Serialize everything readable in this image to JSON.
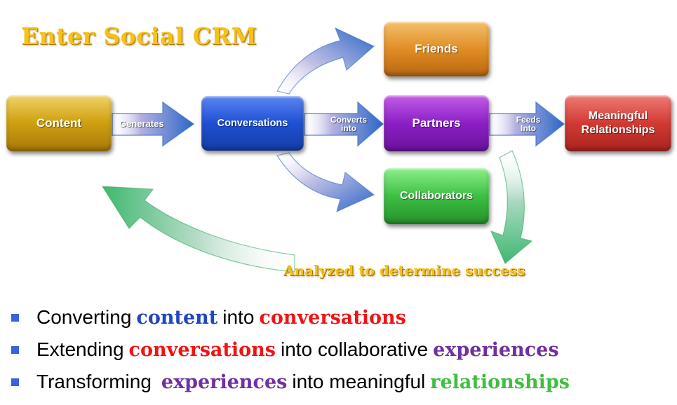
{
  "title": "Enter Social  CRM",
  "boxes": {
    "content": "Content",
    "conversations": "Conversations",
    "friends": "Friends",
    "partners": "Partners",
    "collaborators": "Collaborators",
    "meaningful_line1": "Meaningful",
    "meaningful_line2": "Relationships"
  },
  "arrow_labels": {
    "generates": "Generates",
    "converts_line1": "Converts",
    "converts_line2": "into",
    "feeds_line1": "Feeds",
    "feeds_line2": "Into",
    "analyzed": "Analyzed to determine success"
  },
  "bullets": [
    {
      "pre": "Converting",
      "hl1": "content",
      "mid": "into",
      "hl2": "conversations"
    },
    {
      "pre": "Extending",
      "hl1": "conversations",
      "mid": "into collaborative",
      "hl2": "experiences"
    },
    {
      "pre": "Transforming",
      "hl1": "experiences",
      "mid": "into meaningful",
      "hl2": "relationships"
    }
  ],
  "colors": {
    "title": "#f6c21a",
    "content": "#d2a314",
    "conversations": "#1f4fd4",
    "friends": "#e08e25",
    "partners": "#8b1fc6",
    "collaborators": "#3dbf44",
    "meaningful": "#d23a33",
    "bullet": "#3a62e0"
  }
}
